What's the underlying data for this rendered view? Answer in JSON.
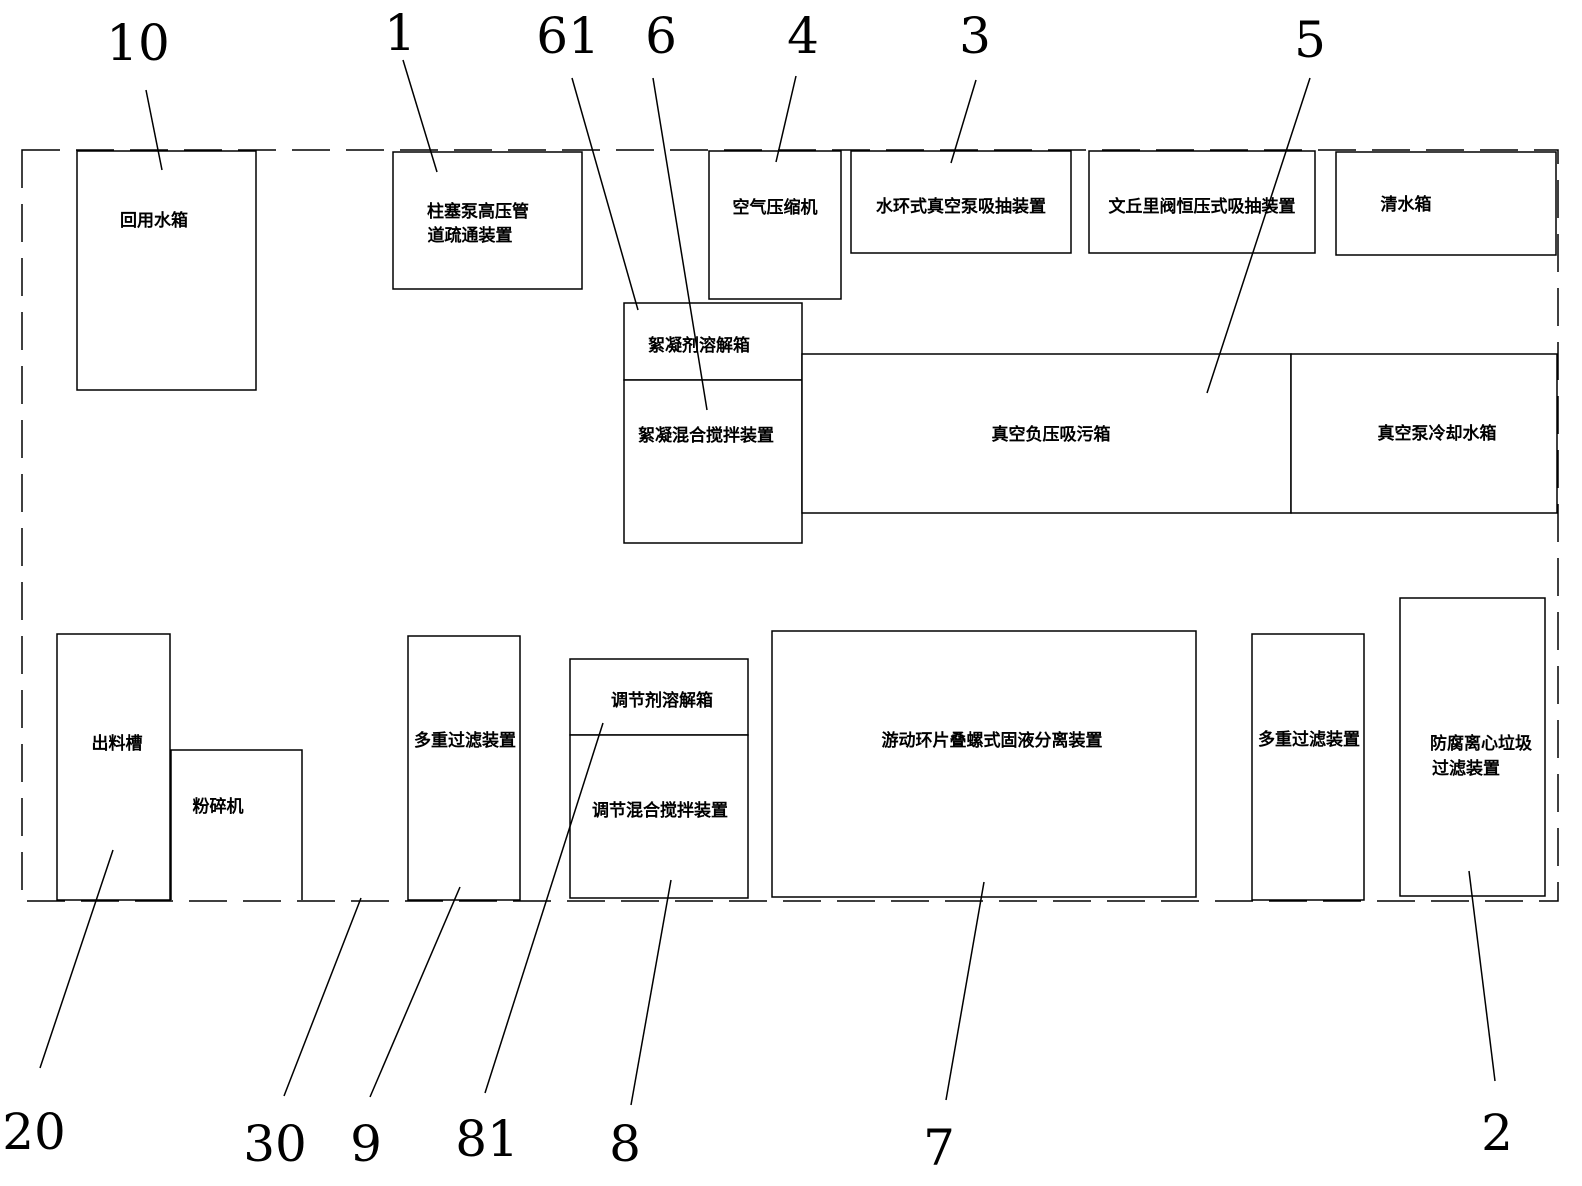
{
  "components": {
    "reuse_tank": "回用水箱",
    "plunger_pump": [
      "柱塞泵高压管",
      "道疏通装置"
    ],
    "air_compressor": "空气压缩机",
    "water_ring_vacuum": "水环式真空泵吸抽装置",
    "venturi_suction": "文丘里阀恒压式吸抽装置",
    "clean_water_tank": "清水箱",
    "flocculant_tank": "絮凝剂溶解箱",
    "floc_mixer": "絮凝混合搅拌装置",
    "vacuum_sewage_box": "真空负压吸污箱",
    "vacuum_cooling_tank": "真空泵冷却水箱",
    "discharge_trough": "出料槽",
    "crusher": "粉碎机",
    "multi_filter_left": "多重过滤装置",
    "regulator_tank": "调节剂溶解箱",
    "regulator_mixer": "调节混合搅拌装置",
    "screw_separator": "游动环片叠螺式固液分离装置",
    "multi_filter_right": "多重过滤装置",
    "centrifugal_filter": [
      "防腐离心垃圾",
      "过滤装置"
    ]
  },
  "ref_numbers": {
    "n10": "10",
    "n1": "1",
    "n61": "61",
    "n6": "6",
    "n4": "4",
    "n3": "3",
    "n5": "5",
    "n20": "20",
    "n30": "30",
    "n9": "9",
    "n81": "81",
    "n8": "8",
    "n7": "7",
    "n2": "2"
  }
}
